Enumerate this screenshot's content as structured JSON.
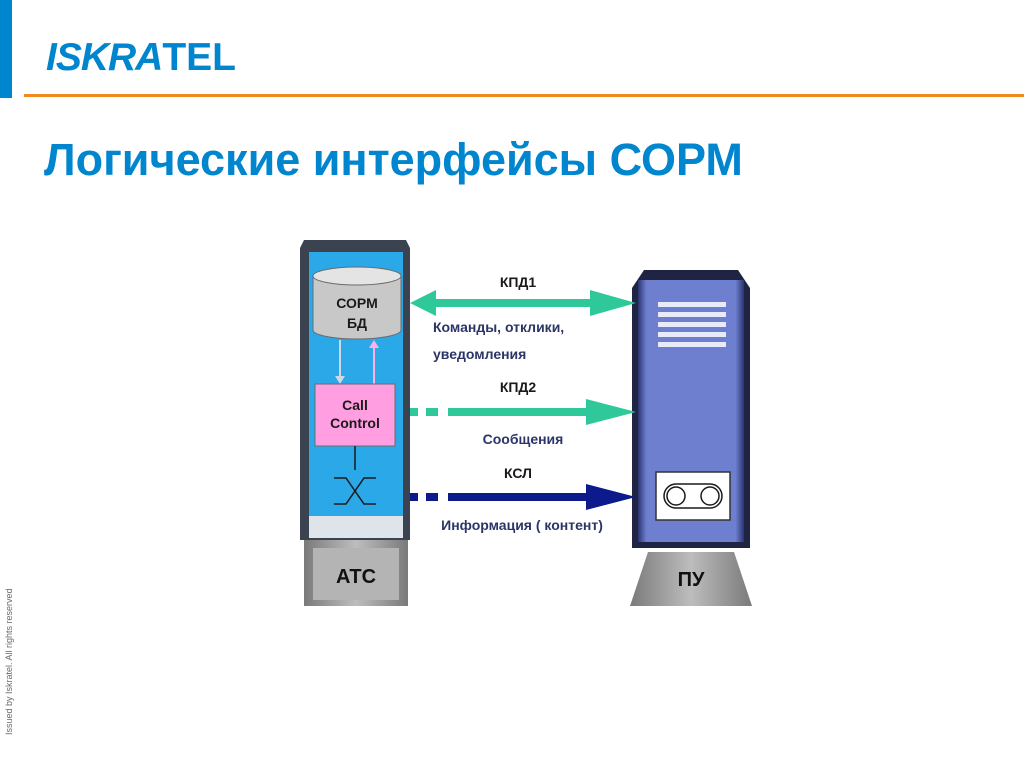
{
  "header": {
    "logo_part1": "ISKRA",
    "logo_part2": "TEL",
    "title": "Логические интерфейсы СОРМ"
  },
  "footer": {
    "text": "Issued by Iskratel. All rights reserved"
  },
  "diagram": {
    "ats": {
      "db_line1": "СОРМ",
      "db_line2": "БД",
      "cc_line1": "Call",
      "cc_line2": "Control",
      "base_label": "АТС"
    },
    "pu": {
      "base_label": "ПУ"
    },
    "links": [
      {
        "name": "КПД1",
        "description_line1": "Команды, отклики,",
        "description_line2": "уведомления",
        "direction": "bidirectional",
        "color": "#2ec89a"
      },
      {
        "name": "КПД2",
        "description_line1": "Сообщения",
        "direction": "ats-to-pu",
        "color": "#2ec89a"
      },
      {
        "name": "КСЛ",
        "description_line1": "Информация ( контент)",
        "direction": "ats-to-pu",
        "color": "#0c1a8c"
      }
    ],
    "colors": {
      "ats_body": "#2aa8e8",
      "pu_body": "#6e7fd0",
      "db": "#c8c8c8",
      "call_control": "#ff9ee0",
      "base": "#a9a9a9"
    }
  }
}
